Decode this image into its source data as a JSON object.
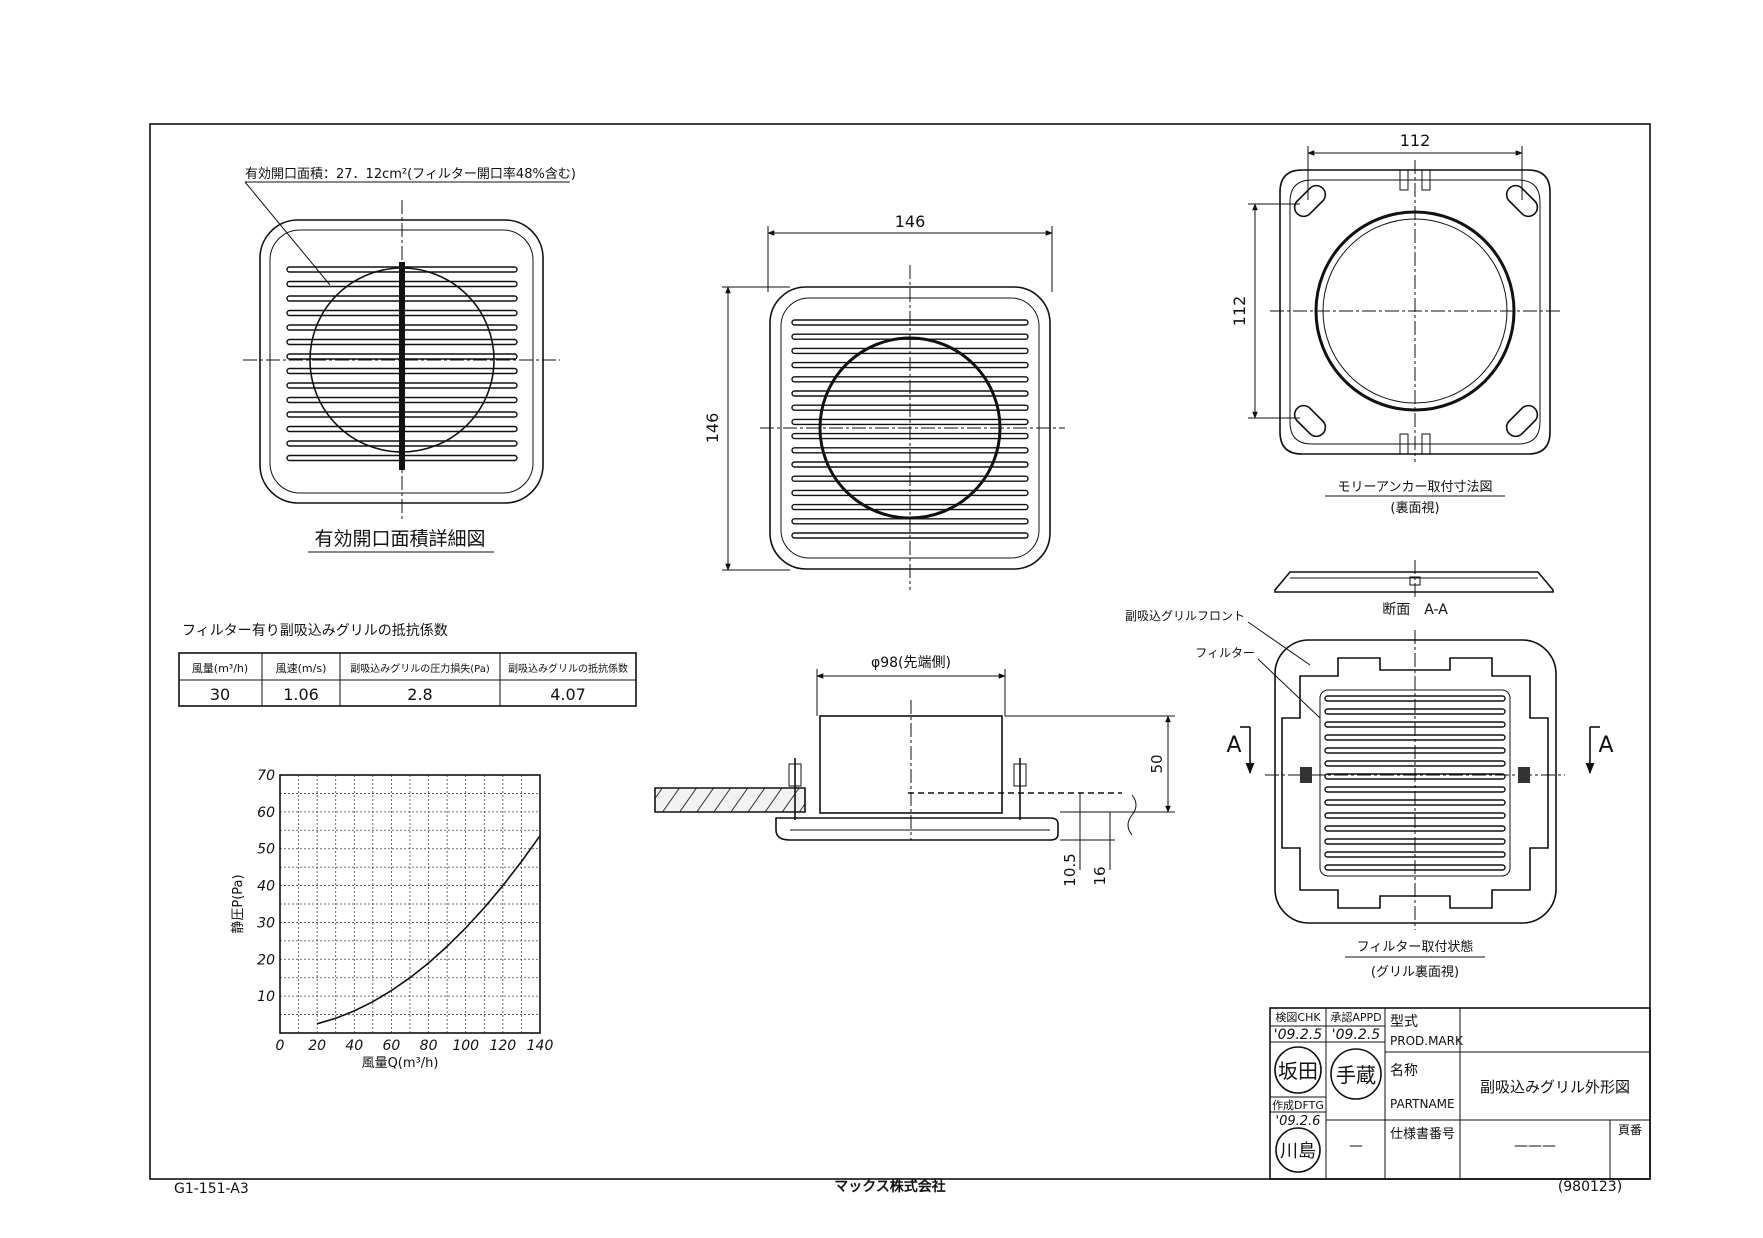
{
  "frame": {
    "sheet_code": "G1-151-A3",
    "company": "マックス株式会社",
    "doc_number": "(980123)"
  },
  "opening_detail": {
    "callout": "有効開口面積：27．12cm²(フィルター開口率48%含む)",
    "caption": "有効開口面積詳細図"
  },
  "front_view": {
    "dim_width": "146",
    "dim_height": "146"
  },
  "anchor_view": {
    "dim_width": "112",
    "dim_height": "112",
    "caption": "モリーアンカー取付寸法図",
    "subcaption": "(裏面視)"
  },
  "section": {
    "caption": "断面　A-A"
  },
  "filter_view": {
    "label_front": "副吸込グリルフロント",
    "label_filter": "フィルター",
    "arrow_left": "A",
    "arrow_right": "A",
    "caption": "フィルター取付状態",
    "subcaption": "(グリル裏面視)"
  },
  "side_view": {
    "dim_diameter": "φ98(先端側)",
    "dim_depth": "50",
    "dim_a": "10.5",
    "dim_b": "16"
  },
  "resistance_table": {
    "title": "フィルター有り副吸込みグリルの抵抗係数",
    "headers": [
      "風量(m³/h)",
      "風速(m/s)",
      "副吸込みグリルの圧力損失(Pa)",
      "副吸込みグリルの抵抗係数"
    ],
    "rows": [
      [
        "30",
        "1.06",
        "2.8",
        "4.07"
      ]
    ]
  },
  "chart_data": {
    "type": "line",
    "xlabel": "風量Q(m³/h)",
    "ylabel": "静圧P(Pa)",
    "xlim": [
      0,
      140
    ],
    "ylim": [
      0,
      70
    ],
    "x_ticks": [
      "0",
      "20",
      "40",
      "60",
      "80",
      "100",
      "120",
      "140"
    ],
    "y_ticks": [
      "10",
      "20",
      "30",
      "40",
      "50",
      "60",
      "70"
    ],
    "grid": true,
    "series": [
      {
        "x": [
          20,
          30,
          40,
          50,
          60,
          70,
          80,
          90,
          100,
          110,
          120,
          130,
          140
        ],
        "values": [
          2.5,
          4,
          6,
          8.5,
          11.5,
          15,
          19,
          23.5,
          28.5,
          34,
          40,
          46.5,
          53.5
        ]
      }
    ]
  },
  "title_block": {
    "chk_label": "検図CHK",
    "appd_label": "承認APPD",
    "chk_date": "'09.2.5",
    "appd_date": "'09.2.5",
    "chk_stamp": "坂田",
    "appd_stamp": "手蔵",
    "dftg_label": "作成DFTG",
    "dftg_date": "'09.2.6",
    "dftg_stamp": "川島",
    "model_label": "型式",
    "model_label_en": "PROD.MARK",
    "model_value": "",
    "name_label": "名称",
    "name_label_en": "PARTNAME",
    "name_value": "副吸込みグリル外形図",
    "spec_label": "仕様書番号",
    "spec_value": "———",
    "spec_dash": "—",
    "page_label": "頁番"
  }
}
